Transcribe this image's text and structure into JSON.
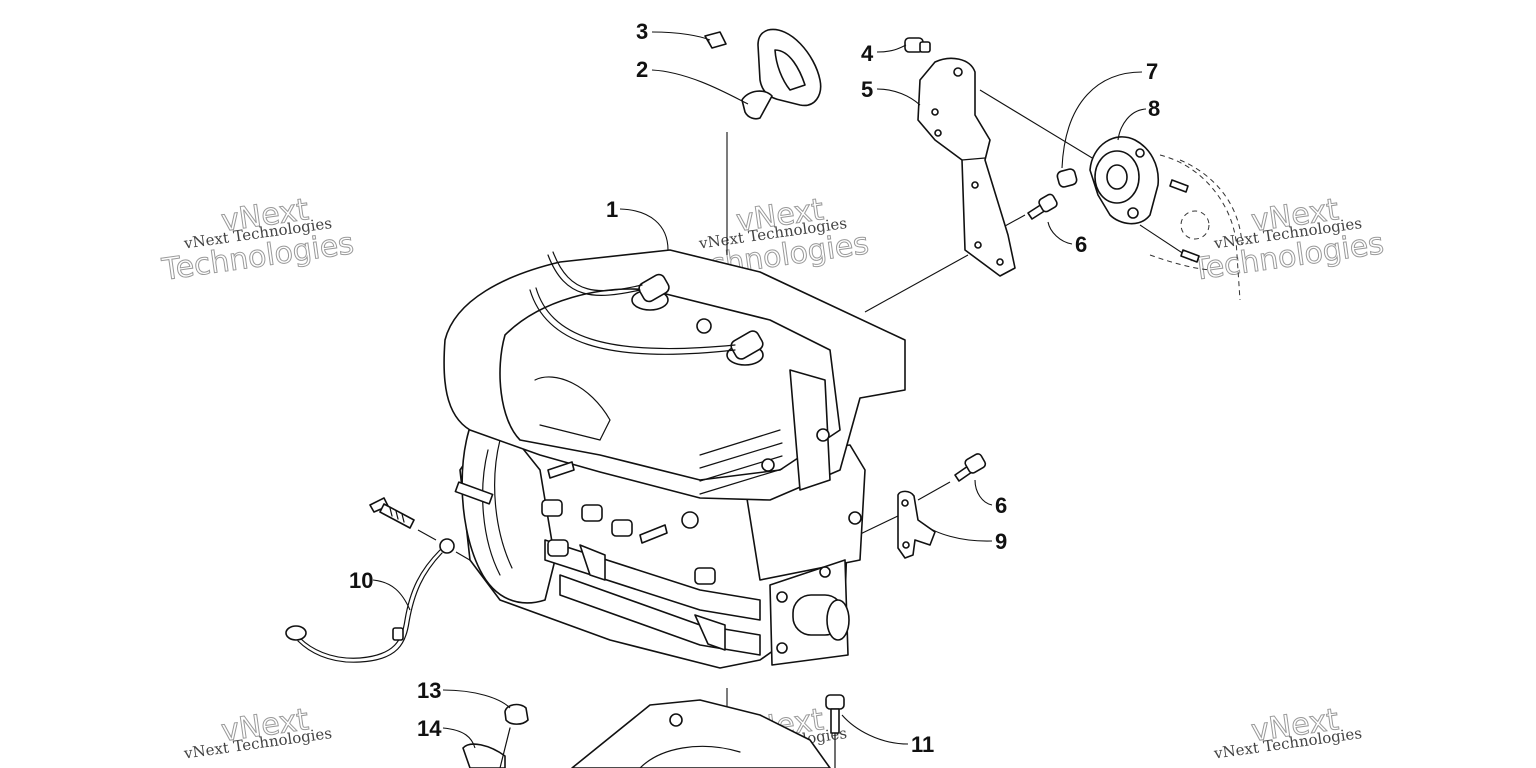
{
  "diagram": {
    "callouts": [
      {
        "id": "c3",
        "label": "3"
      },
      {
        "id": "c2",
        "label": "2"
      },
      {
        "id": "c4",
        "label": "4"
      },
      {
        "id": "c5",
        "label": "5"
      },
      {
        "id": "c7",
        "label": "7"
      },
      {
        "id": "c8",
        "label": "8"
      },
      {
        "id": "c1",
        "label": "1"
      },
      {
        "id": "c6a",
        "label": "6"
      },
      {
        "id": "c6b",
        "label": "6"
      },
      {
        "id": "c9",
        "label": "9"
      },
      {
        "id": "c10",
        "label": "10"
      },
      {
        "id": "c13",
        "label": "13"
      },
      {
        "id": "c14",
        "label": "14"
      },
      {
        "id": "c11",
        "label": "11"
      }
    ],
    "watermark": {
      "line": "vNext Technologies",
      "outline_word_1": "vNext",
      "outline_word_2": "Technologies"
    }
  }
}
